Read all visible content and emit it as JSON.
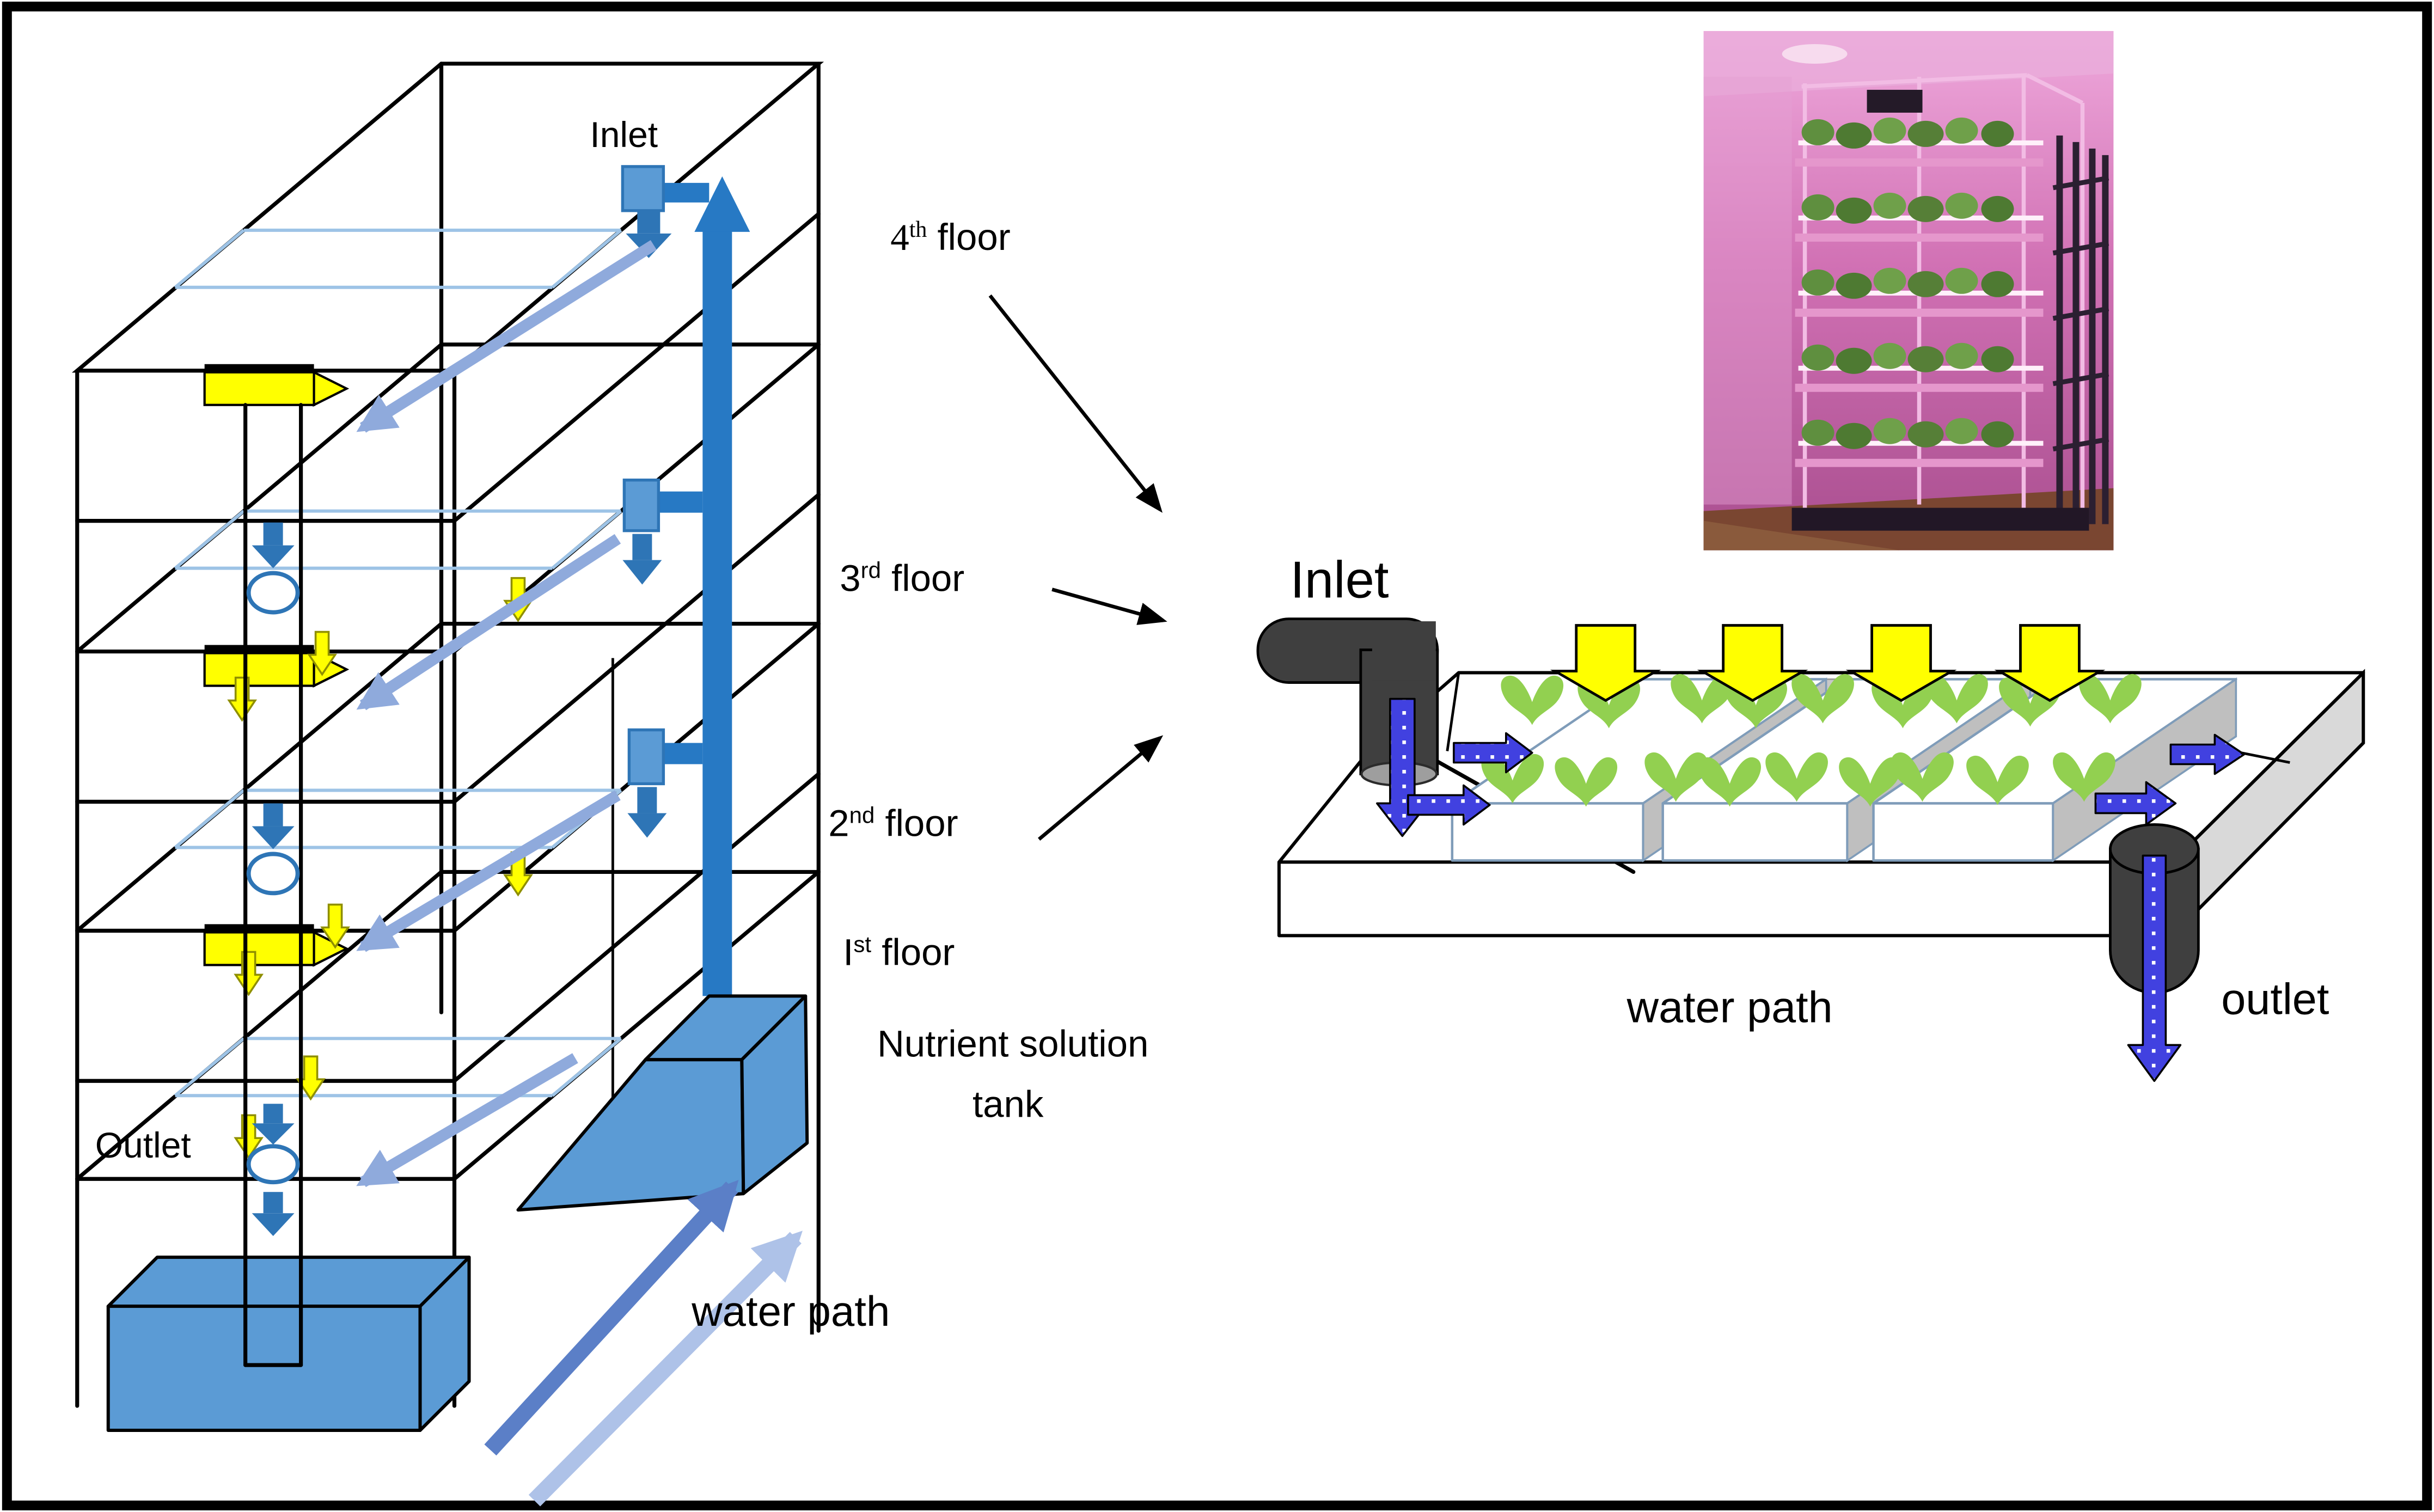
{
  "left_diagram": {
    "inlet_label": "Inlet",
    "outlet_label": "Outlet",
    "floor_labels": [
      {
        "num": "4",
        "sup": "th",
        "rest": " floor"
      },
      {
        "num": "3",
        "sup": "rd",
        "rest": " floor"
      },
      {
        "num": "2",
        "sup": "nd",
        "rest": " floor"
      },
      {
        "num": "I",
        "sup": "st",
        "rest": " floor"
      }
    ],
    "tank_label": {
      "line1": "Nutrient solution",
      "line2": "tank"
    },
    "water_path_label": "water path"
  },
  "right_diagram": {
    "inlet_label": "Inlet",
    "outlet_label": "outlet",
    "water_path_label": "water path"
  },
  "colors": {
    "tank_blue": "#5B9BD5",
    "pipe_blue": "#2779C4",
    "arrow_dark_blue": "#2E75B6",
    "arrow_light_blue": "#8FAADC",
    "water_line_blue": "#9DC3E6",
    "water_path_dark": "#5B7FC7",
    "water_path_light": "#AEC2E8",
    "light_yellow": "#FFFF00",
    "plant_green": "#92D050",
    "dotted_arrow_blue": "#4141E0",
    "pipe_dark_gray": "#3F3F3F",
    "platform_gray": "#D9D9D9",
    "photo_pink": "#CE6FB4"
  }
}
